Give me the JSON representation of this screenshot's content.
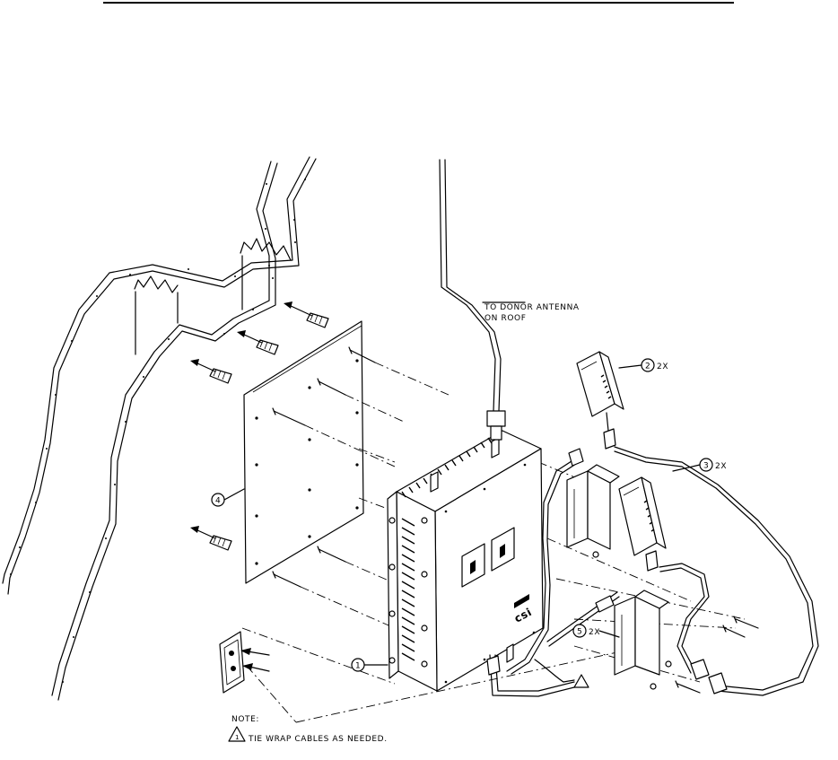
{
  "callouts": [
    {
      "num": "1",
      "qty": ""
    },
    {
      "num": "2",
      "qty": "2X"
    },
    {
      "num": "3",
      "qty": "2X"
    },
    {
      "num": "4",
      "qty": ""
    },
    {
      "num": "5",
      "qty": "2X"
    }
  ],
  "donor_label": {
    "line1": "TO DONOR ANTENNA",
    "line2": "ON ROOF"
  },
  "notes": {
    "heading": "NOTE:",
    "flag_mark": "1",
    "item": "TIE WRAP CABLES AS NEEDED."
  },
  "logo_text": "csi"
}
